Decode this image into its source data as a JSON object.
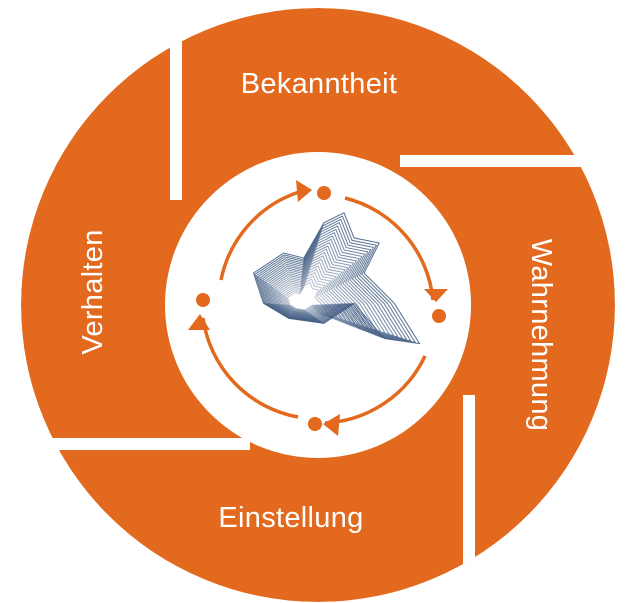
{
  "diagram": {
    "segments": [
      {
        "label": "Bekanntheit"
      },
      {
        "label": "Wahrnehmung"
      },
      {
        "label": "Einstellung"
      },
      {
        "label": "Verhalten"
      }
    ],
    "center_icon": "wireframe-fingerprint-logo-icon",
    "colors": {
      "segment": "#e2691d",
      "arrow": "#e2691d",
      "background": "#ffffff",
      "logo_lines": "#3e5a80"
    }
  }
}
